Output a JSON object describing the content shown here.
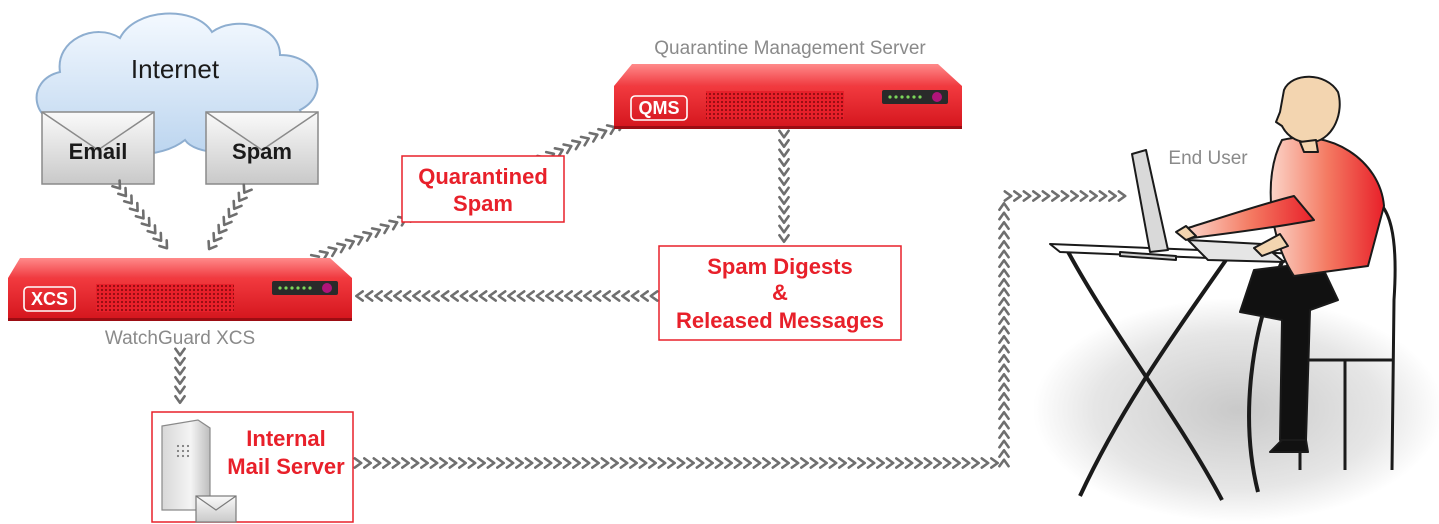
{
  "nodes": {
    "internet": {
      "label": "Internet"
    },
    "email": {
      "label": "Email"
    },
    "spam": {
      "label": "Spam"
    },
    "xcs": {
      "badge": "XCS",
      "caption": "WatchGuard XCS"
    },
    "qms": {
      "badge": "QMS",
      "caption": "Quarantine Management Server"
    },
    "mail_server": {
      "line1": "Internal",
      "line2": "Mail Server"
    },
    "end_user": {
      "caption": "End User"
    }
  },
  "callouts": {
    "quarantined": {
      "line1": "Quarantined",
      "line2": "Spam"
    },
    "digests": {
      "line1": "Spam Digests",
      "line2": "&",
      "line3": "Released Messages"
    }
  },
  "colors": {
    "appliance_red": "#e8202a",
    "text_red": "#e8202a",
    "caption_gray": "#8a8a8a",
    "arrow_gray": "#6f6f6f",
    "cloud_blue": "#cfe2f5"
  },
  "icons": {
    "appliance": "rack-appliance-icon",
    "envelope": "envelope-icon",
    "server": "tower-server-icon",
    "user": "person-at-desk-icon",
    "cloud": "cloud-icon"
  }
}
